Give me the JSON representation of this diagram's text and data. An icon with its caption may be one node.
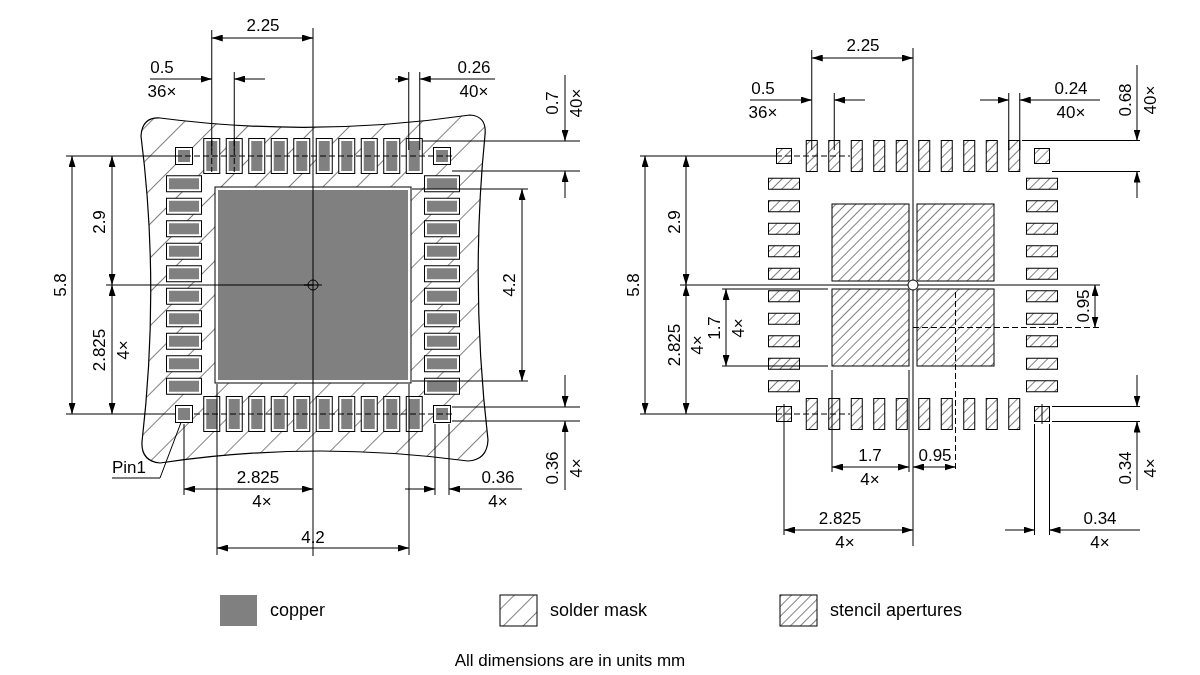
{
  "diagram": {
    "caption": "All dimensions are in units mm",
    "nodes": [
      {
        "text": [
          "Pin1"
        ]
      },
      {
        "text": [],
        "shape": "box"
      }
    ],
    "edges": [
      {
        "from": 0,
        "to": 1,
        "arrow": "none"
      }
    ],
    "labels": [
      "2.25",
      "0.5",
      "36×",
      "0.26",
      "40×",
      "0.7",
      "40×",
      "2.9",
      "5.8",
      "2.825",
      "4×",
      "4.2",
      "2.825",
      "4×",
      "0.36",
      "4×",
      "0.36",
      "4×",
      "4.2",
      "2.25",
      "0.5",
      "36×",
      "0.24",
      "40×",
      "0.68",
      "40×",
      "2.9",
      "5.8",
      "0.95",
      "2.825",
      "4×",
      "1.7",
      "4×",
      "1.7",
      "4×",
      "0.95",
      "0.34",
      "4×",
      "2.825",
      "4×",
      "0.34",
      "4×"
    ],
    "legend": [
      {
        "text": "copper",
        "color": "#808080"
      },
      {
        "text": "solder mask"
      },
      {
        "text": "stencil apertures"
      }
    ]
  }
}
